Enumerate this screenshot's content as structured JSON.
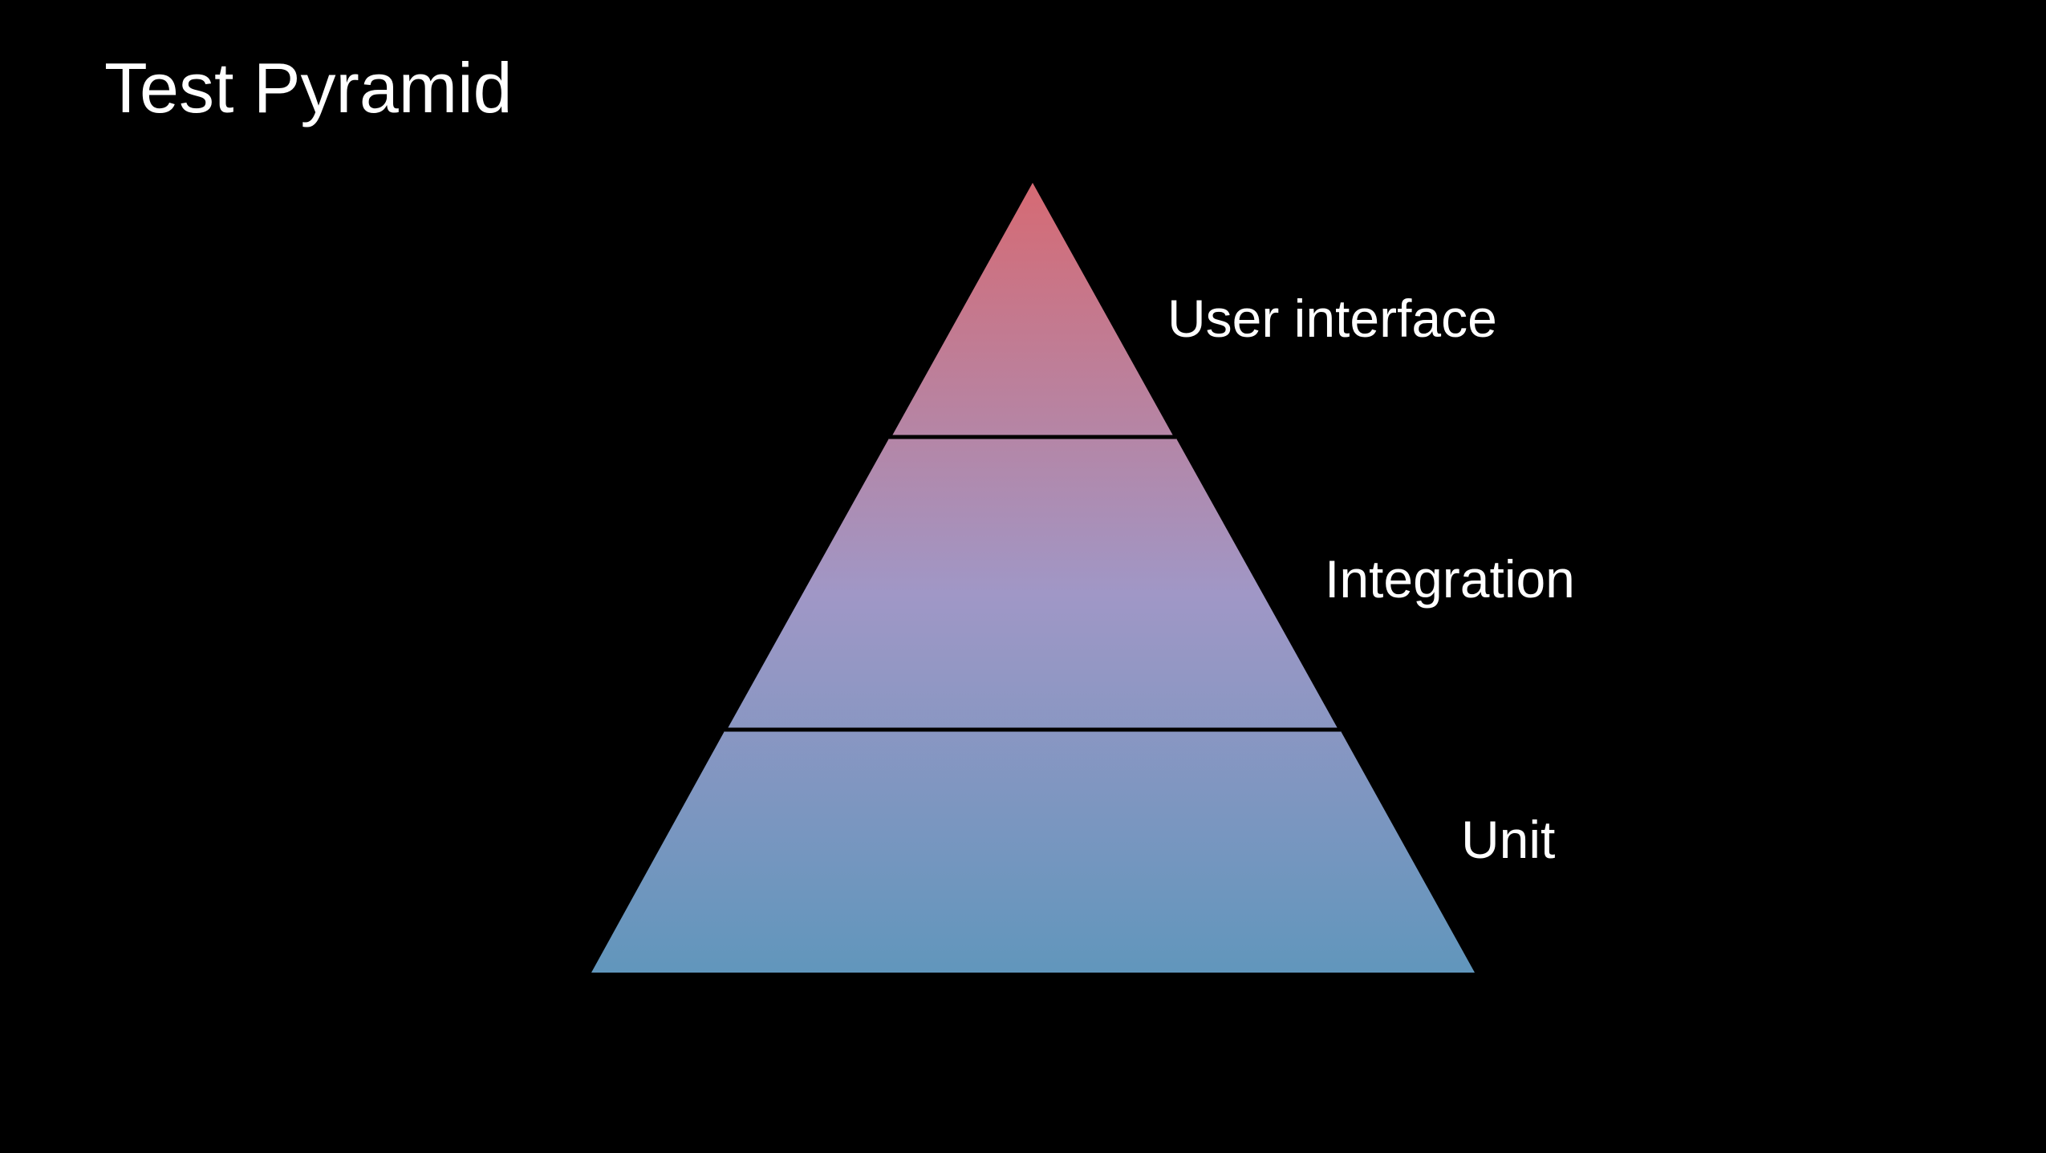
{
  "title": "Test Pyramid",
  "layers": [
    {
      "label": "User interface"
    },
    {
      "label": "Integration"
    },
    {
      "label": "Unit"
    }
  ],
  "colors": {
    "background": "#000000",
    "gradient_top": "#d66a73",
    "gradient_middle": "#a097c6",
    "gradient_bottom": "#6196bc",
    "divider": "#000000",
    "text": "#ffffff"
  }
}
